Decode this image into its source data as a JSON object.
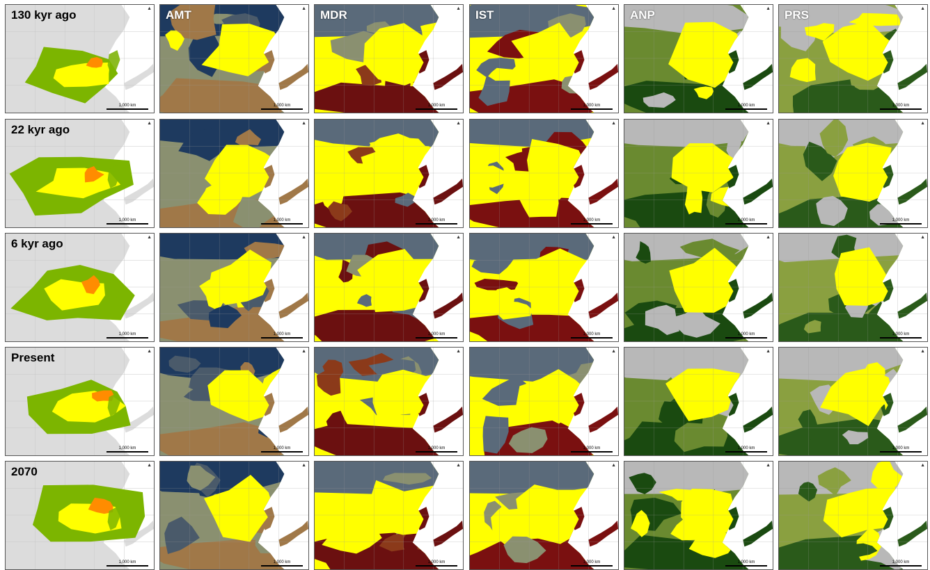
{
  "rows": [
    {
      "label": "130 kyr ago",
      "scale": "1,000 km"
    },
    {
      "label": "22 kyr ago",
      "scale": "1,000 km"
    },
    {
      "label": "6 kyr ago",
      "scale": "1,000 km"
    },
    {
      "label": "Present",
      "scale": "1,000 km"
    },
    {
      "label": "2070",
      "scale": "1,000 km"
    }
  ],
  "columns": [
    "",
    "AMT",
    "MDR",
    "IST",
    "ANP",
    "PRS"
  ],
  "palettes": {
    "suitability": {
      "bg": "#dcdcdc",
      "low": "#7cb500",
      "mid": "#ffff00",
      "high": "#ff8c00"
    },
    "AMT": {
      "cold": "#1e3a5f",
      "cool": "#4a5a6a",
      "mild": "#8a9070",
      "warm": "#ffff00",
      "hot": "#a07848"
    },
    "MDR": {
      "low": "#5a6a7a",
      "mid": "#8a9070",
      "warm": "#ffff00",
      "high": "#8b3a1a",
      "max": "#6b1010"
    },
    "IST": {
      "low": "#5a6a7a",
      "mid": "#8a9070",
      "warm": "#ffff00",
      "high": "#7a1010"
    },
    "ANP": {
      "dry": "#b8b8b8",
      "mid": "#ffff00",
      "wet": "#6a8a30",
      "max": "#1a4a10"
    },
    "PRS": {
      "low": "#b8b8b8",
      "mid": "#ffff00",
      "wet": "#8aa040",
      "max": "#2a5a1a"
    }
  }
}
